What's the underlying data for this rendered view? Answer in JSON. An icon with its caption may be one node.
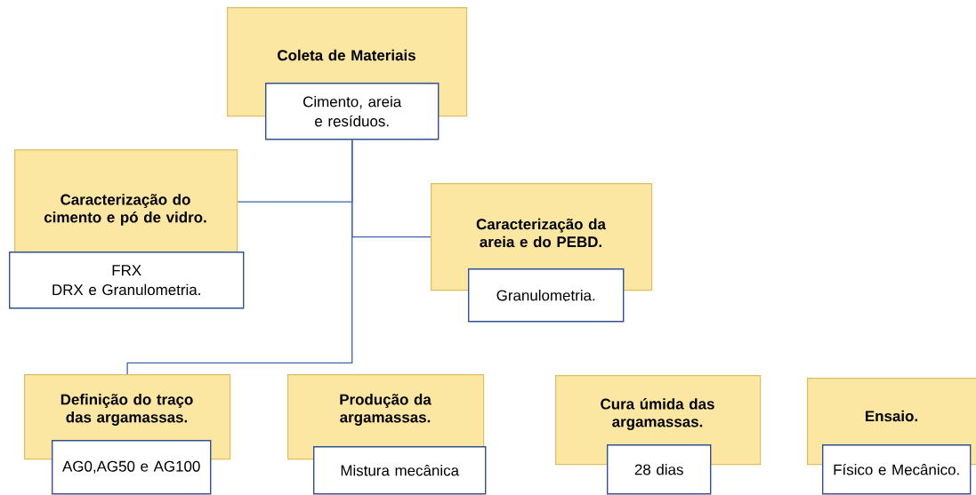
{
  "diagram": {
    "nodes": [
      {
        "text": [
          "Coleta de Materiais",
          "Cimento, areia e resíduos."
        ]
      },
      {
        "text": [
          "Caracterização do cimento e pó de vidro.",
          "FRX",
          "DRX e Granulometria."
        ]
      },
      {
        "text": [
          "Caracterização da areia e do PEBD.",
          "Granulometria."
        ]
      },
      {
        "text": [
          "Definição do traço das argamassas.",
          "AG0,AG50 e AG100"
        ]
      },
      {
        "text": [
          "Produção da argamassas.",
          "Mistura mecânica"
        ]
      },
      {
        "text": [
          "Cura úmida das argamassas.",
          "28 dias"
        ]
      },
      {
        "text": [
          "Ensaio.",
          "Físico e Mecânico."
        ]
      }
    ],
    "edges": [
      {
        "from": 0,
        "to": 1,
        "arrow": "none"
      },
      {
        "from": 0,
        "to": 2,
        "arrow": "none"
      },
      {
        "from": 0,
        "to": 3,
        "arrow": "none"
      }
    ]
  }
}
